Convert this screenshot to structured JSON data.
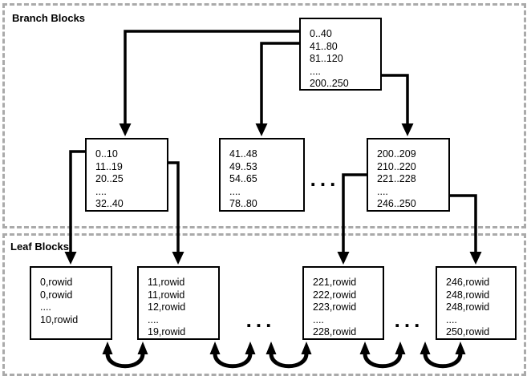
{
  "labels": {
    "branch_region": "Branch Blocks",
    "leaf_region": "Leaf Blocks"
  },
  "blocks": {
    "root": {
      "lines": [
        "0..40",
        "41..80",
        "81..120",
        "....",
        "200..250"
      ]
    },
    "branch": [
      {
        "lines": [
          "0..10",
          "11..19",
          "20..25",
          "....",
          "32..40"
        ]
      },
      {
        "lines": [
          "41..48",
          "49..53",
          "54..65",
          "....",
          "78..80"
        ]
      },
      {
        "lines": [
          "200..209",
          "210..220",
          "221..228",
          "....",
          "246..250"
        ]
      }
    ],
    "leaf": [
      {
        "lines": [
          "0,rowid",
          "0,rowid",
          "....",
          "10,rowid"
        ]
      },
      {
        "lines": [
          "11,rowid",
          "11,rowid",
          "12,rowid",
          "....",
          "19,rowid"
        ]
      },
      {
        "lines": [
          "221,rowid",
          "222,rowid",
          "223,rowid",
          "....",
          "228,rowid"
        ]
      },
      {
        "lines": [
          "246,rowid",
          "248,rowid",
          "248,rowid",
          "....",
          "250,rowid"
        ]
      }
    ]
  },
  "ellipsis": {
    "branch_row": "...",
    "leaf_row_1": "...",
    "leaf_row_2": "..."
  },
  "colors": {
    "line": "#000000",
    "region_border": "#aaaaaa",
    "box_border": "#000000",
    "background": "#ffffff"
  }
}
